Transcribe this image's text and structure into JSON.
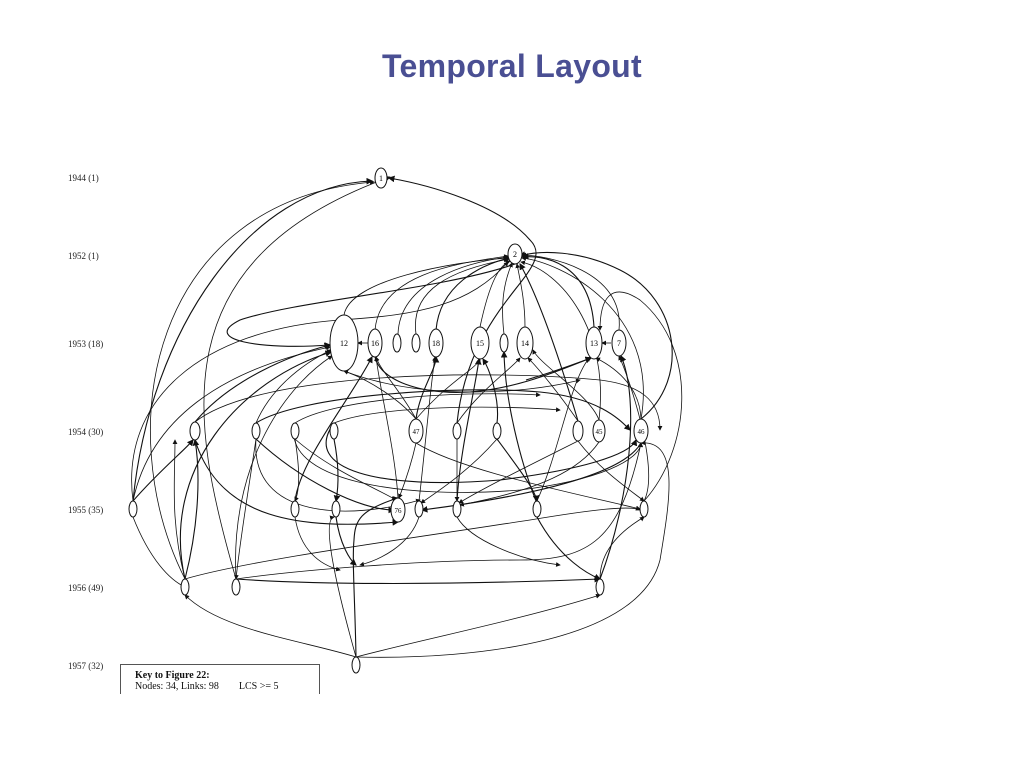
{
  "slide": {
    "title": "Temporal Layout"
  },
  "graph": {
    "rows": [
      {
        "label": "1944 (1)"
      },
      {
        "label": "1952 (1)"
      },
      {
        "label": "1953 (18)"
      },
      {
        "label": "1954 (30)"
      },
      {
        "label": "1955 (35)"
      },
      {
        "label": "1956 (49)"
      },
      {
        "label": "1957 (32)"
      }
    ],
    "node_labels": [
      "1",
      "2",
      "12",
      "16",
      "18",
      "15",
      "14",
      "13",
      "7",
      "47",
      "45",
      "46",
      "76"
    ],
    "key": {
      "title": "Key to Figure 22:",
      "nodes_links": "Nodes: 34, Links: 98",
      "lcs": "LCS >= 5"
    }
  }
}
